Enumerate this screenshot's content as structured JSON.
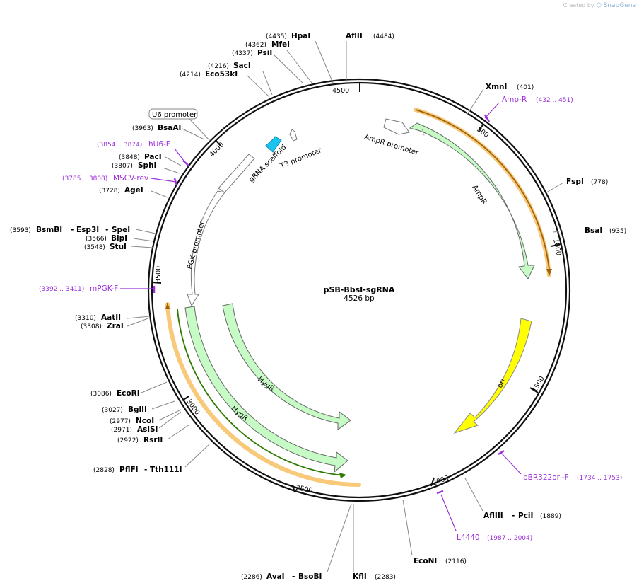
{
  "credit": {
    "prefix": "Created by",
    "brand": "SnapGene"
  },
  "plasmid": {
    "name": "pSB-BbsI-sgRNA",
    "length_label": "4526 bp"
  },
  "ticks": [
    "500",
    "1000",
    "1500",
    "2000",
    "2500",
    "3000",
    "3500",
    "4000",
    "4500"
  ],
  "features": {
    "ampr_promoter": "AmpR promoter",
    "ampr": "AmpR",
    "ori": "ori",
    "hygr_inner": "HygR",
    "hygr_outer": "HygR",
    "pgk_promoter": "PGK promoter",
    "grna_scaffold": "gRNA scaffold",
    "t3_promoter": "T3 promoter",
    "u6_promoter": "U6 promoter"
  },
  "sites": [
    {
      "name": "AflII",
      "pos": "(4484)"
    },
    {
      "name": "HpaI",
      "pos": "(4435)"
    },
    {
      "name": "MfeI",
      "pos": "(4362)"
    },
    {
      "name": "PsiI",
      "pos": "(4337)"
    },
    {
      "name": "SacI",
      "pos": "(4216)"
    },
    {
      "name": "Eco53kI",
      "pos": "(4214)"
    },
    {
      "name": "BsaAI",
      "pos": "(3963)"
    },
    {
      "name": "PacI",
      "pos": "(3848)"
    },
    {
      "name": "SphI",
      "pos": "(3807)"
    },
    {
      "name": "AgeI",
      "pos": "(3728)"
    },
    {
      "name": "BsmBI",
      "name2": "Esp3I",
      "name3": "SpeI",
      "pos": "(3593)"
    },
    {
      "name": "BlpI",
      "pos": "(3566)"
    },
    {
      "name": "StuI",
      "pos": "(3548)"
    },
    {
      "name": "AatII",
      "pos": "(3310)"
    },
    {
      "name": "ZraI",
      "pos": "(3308)"
    },
    {
      "name": "EcoRI",
      "pos": "(3086)"
    },
    {
      "name": "BglII",
      "pos": "(3027)"
    },
    {
      "name": "NcoI",
      "pos": "(2977)"
    },
    {
      "name": "AsiSI",
      "pos": "(2971)"
    },
    {
      "name": "RsrII",
      "pos": "(2922)"
    },
    {
      "name": "PflFI",
      "name2": "Tth111I",
      "pos": "(2828)"
    },
    {
      "name": "AvaI",
      "name2": "BsoBI",
      "pos": "(2286)"
    },
    {
      "name": "KflI",
      "pos": "(2283)"
    },
    {
      "name": "EcoNI",
      "pos": "(2116)"
    },
    {
      "name": "AflIII",
      "name2": "PciI",
      "pos": "(1889)"
    },
    {
      "name": "BsaI",
      "pos": "(935)"
    },
    {
      "name": "FspI",
      "pos": "(778)"
    },
    {
      "name": "XmnI",
      "pos": "(401)"
    }
  ],
  "primers": [
    {
      "name": "Amp-R",
      "pos": "(432 .. 451)"
    },
    {
      "name": "hU6-F",
      "pos": "(3854 .. 3874)"
    },
    {
      "name": "MSCV-rev",
      "pos": "(3785 .. 3808)"
    },
    {
      "name": "mPGK-F",
      "pos": "(3392 .. 3411)"
    },
    {
      "name": "pBR322ori-F",
      "pos": "(1734 .. 1753)"
    },
    {
      "name": "L4440",
      "pos": "(1987 .. 2004)"
    }
  ],
  "colors": {
    "backbone": "#111111",
    "feature_green": "#c6fbc6",
    "ori_yellow": "#ffff00",
    "scaffold_cyan": "#19c4f0",
    "primer_purple": "#9b30d9",
    "orf_highlight": "#f7c979",
    "orf_line_ampr": "#a0620a",
    "orf_line_hygr": "#2f7a00"
  }
}
